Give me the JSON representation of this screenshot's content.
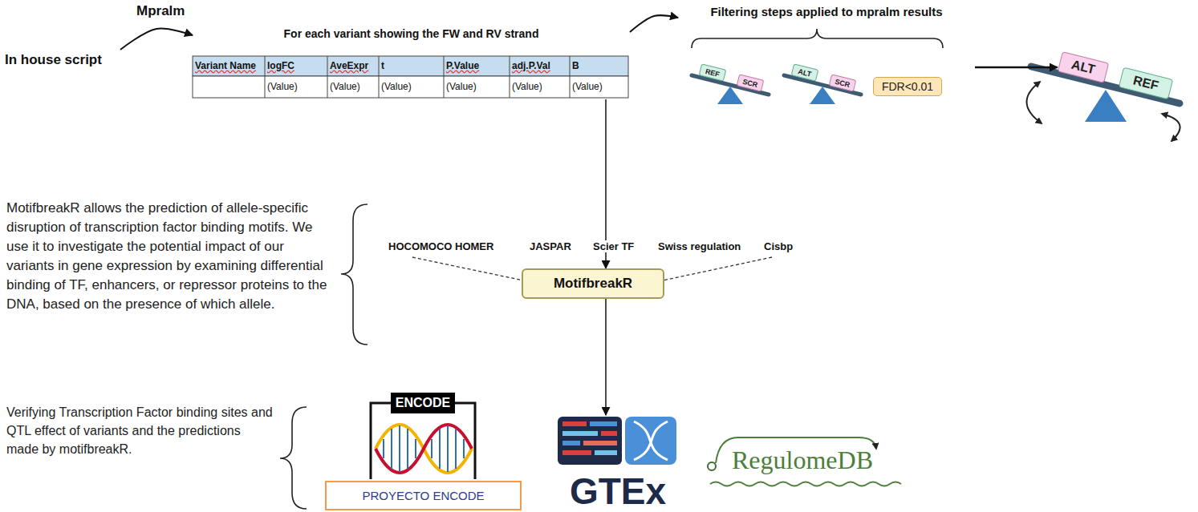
{
  "diagram": {
    "nodes": [
      {
        "text": [
          "In house script"
        ]
      },
      {
        "text": [
          "For each variant showing the FW and RV strand"
        ]
      },
      {
        "text": [
          "Filtering steps applied to mpralm results"
        ]
      },
      {
        "text": [
          "REF"
        ],
        "in": 2
      },
      {
        "text": [
          "SCR"
        ],
        "in": 2
      },
      {
        "text": [
          "ALT"
        ],
        "in": 2
      },
      {
        "text": [
          "SCR"
        ],
        "in": 2
      },
      {
        "text": [
          "FDR<0.01"
        ],
        "in": 2
      },
      {
        "text": [
          "ALT"
        ]
      },
      {
        "text": [
          "REF"
        ]
      },
      {
        "text": [
          "MotifbreakR"
        ]
      },
      {
        "text": [
          "ENCODE"
        ]
      },
      {
        "text": [
          "PROYECTO ENCODE"
        ]
      },
      {
        "text": [
          "GTEx"
        ]
      },
      {
        "text": [
          "RegulomeDB"
        ]
      }
    ],
    "edges": [
      {
        "from": 0,
        "to": 1,
        "arrow": "to",
        "label": "Mpralm"
      },
      {
        "from": 1,
        "to": 2,
        "arrow": "to"
      },
      {
        "from": 2,
        "to": 8,
        "arrow": "to"
      },
      {
        "from": 1,
        "to": 10,
        "arrow": "to"
      },
      {
        "from": 10,
        "to": 13,
        "arrow": "to"
      }
    ],
    "labels": [
      "Variant Name",
      "logFC",
      "AveExpr",
      "t",
      "P.Value",
      "adj.P.Val",
      "B",
      "(Value)",
      "(Value)",
      "(Value)",
      "(Value)",
      "(Value)",
      "(Value)",
      "MotifbreakR allows the prediction of allele-specific disruption of transcription factor binding motifs. We use it to investigate the potential impact of our variants in gene expression by examining differential binding of TF, enhancers, or repressor proteins to the DNA, based on the presence of which allele.",
      "HOCOMOCO",
      "HOMER",
      "JASPAR",
      "Scier TF",
      "Swiss regulation",
      "Cisbp",
      "Verifying Transcription Factor binding sites and QTL effect of variants and the predictions made by motifbreakR."
    ]
  }
}
